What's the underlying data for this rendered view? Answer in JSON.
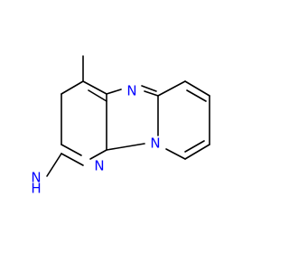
{
  "molecule": {
    "atoms": [
      {
        "id": "N_imine",
        "element": "N",
        "label": "N",
        "color": "#0000ff"
      },
      {
        "id": "N_pyridine",
        "element": "N",
        "label": "N",
        "color": "#0000ff"
      },
      {
        "id": "N_bridge",
        "element": "N",
        "label": "N",
        "color": "#0000ff"
      },
      {
        "id": "amine_H",
        "element": "H",
        "label": "H",
        "color": "#0000ff"
      },
      {
        "id": "amine_N",
        "element": "N",
        "label": "N",
        "color": "#0000ff"
      }
    ],
    "bond_color": "#000000"
  }
}
